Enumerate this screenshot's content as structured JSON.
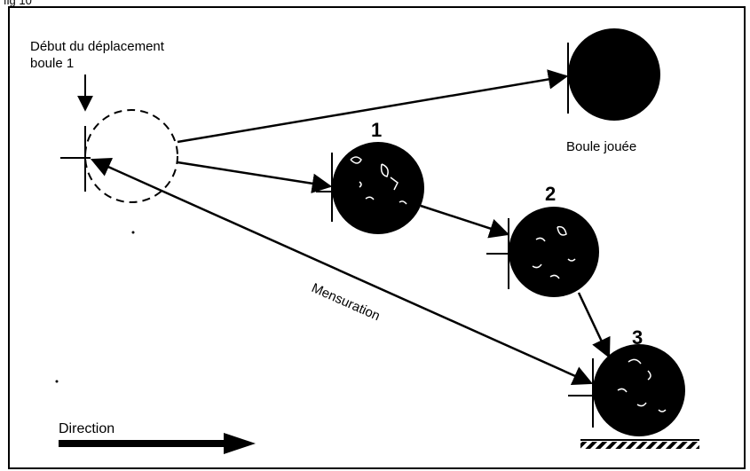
{
  "figure": {
    "caption": "fig 10",
    "labels": {
      "start_line1": "Début du déplacement",
      "start_line2": "boule 1",
      "played_ball": "Boule jouée",
      "measurement": "Mensuration",
      "direction": "Direction"
    },
    "balls": [
      {
        "number": "1"
      },
      {
        "number": "2"
      },
      {
        "number": "3"
      }
    ]
  }
}
